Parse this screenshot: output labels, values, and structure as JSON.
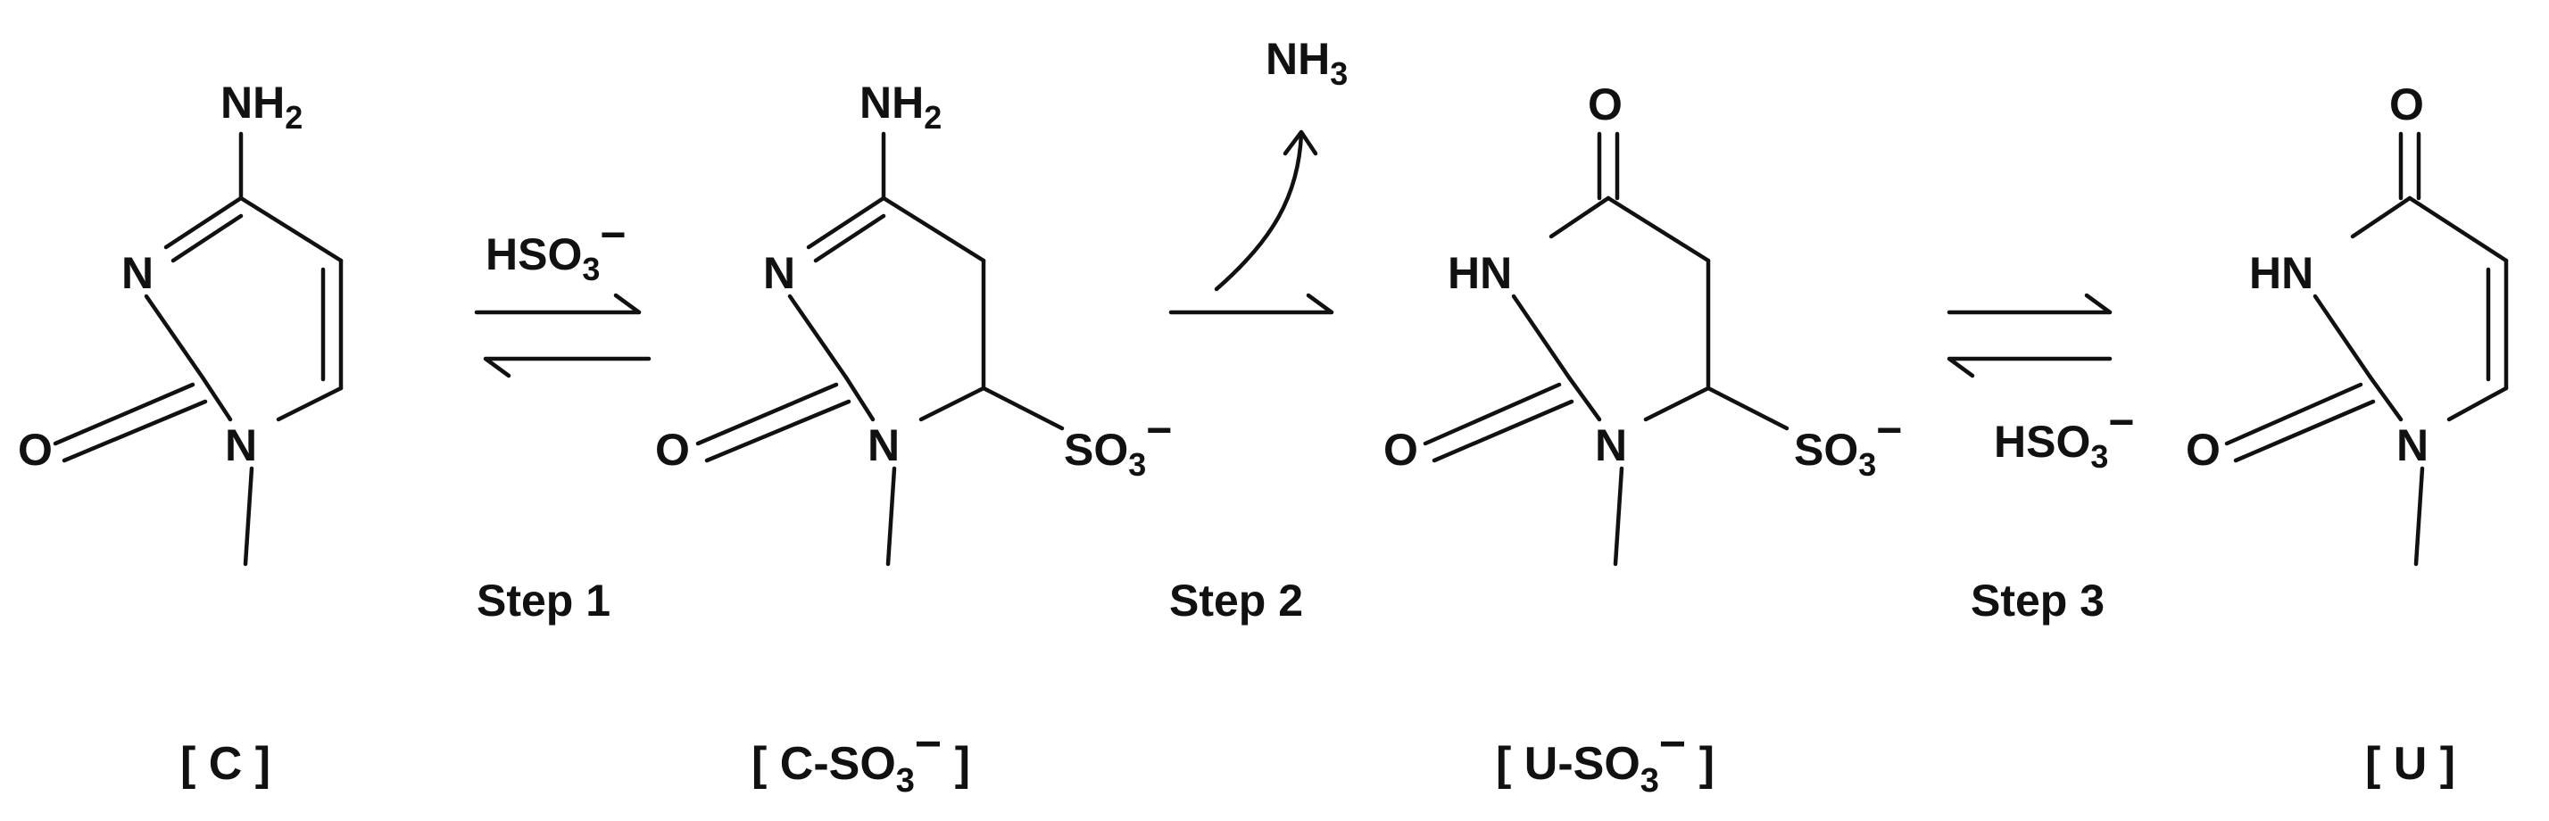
{
  "atoms": {
    "n": "N",
    "hn": "HN",
    "o": "O",
    "nh": "NH",
    "so": "SO",
    "hso": "HSO",
    "sub2": "2",
    "sub3": "3",
    "minus": "−"
  },
  "steps": {
    "step1": "Step 1",
    "step2": "Step 2",
    "step3": "Step 3"
  },
  "captions": {
    "c": "[ C ]",
    "c_so3_open": "[ C-SO",
    "u_so3_open": "[ U-SO",
    "close": " ]",
    "u": "[ U ]"
  }
}
